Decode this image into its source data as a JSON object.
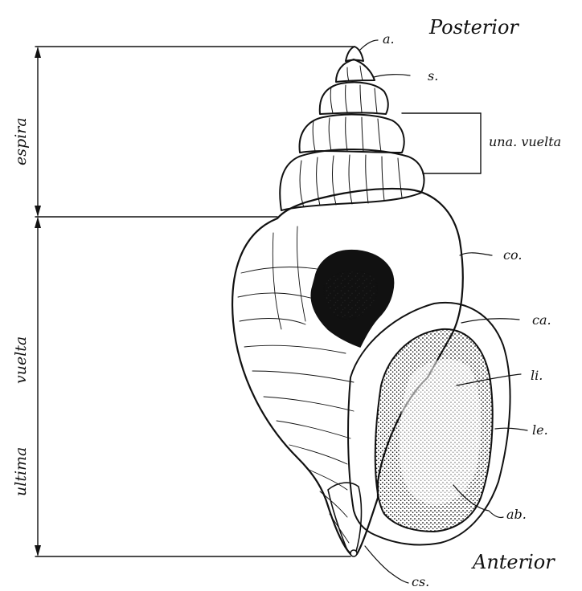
{
  "orientation": {
    "posterior": "Posterior",
    "anterior": "Anterior"
  },
  "dimensions": {
    "spire": "espira",
    "body_whorl_upper": "vuelta",
    "body_whorl_lower": "ultima",
    "one_whorl": "una. vuelta"
  },
  "parts": {
    "apex": "a.",
    "suture": "s.",
    "columella": "co.",
    "callus": "ca.",
    "inner_lip": "li.",
    "outer_lip": "le.",
    "aperture": "ab.",
    "siphonal_canal": "cs."
  },
  "colors": {
    "ink": "#111111",
    "paper": "#ffffff"
  }
}
